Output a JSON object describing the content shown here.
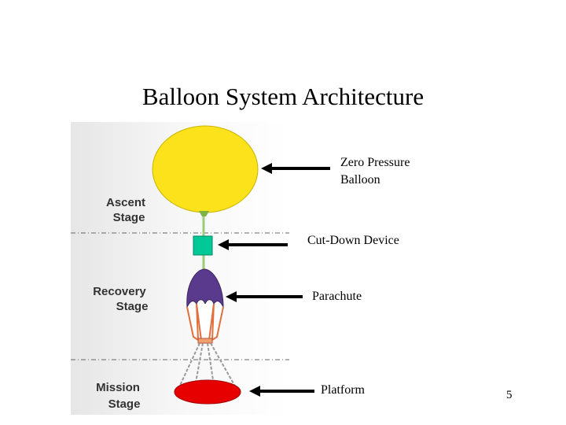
{
  "slide": {
    "title": "Balloon System Architecture",
    "page_number": "5"
  },
  "stages": [
    {
      "line1": "Ascent",
      "line2": "Stage"
    },
    {
      "line1": "Recovery",
      "line2": "Stage"
    },
    {
      "line1": "Mission",
      "line2": "Stage"
    }
  ],
  "callouts": {
    "balloon": {
      "line1": "Zero Pressure",
      "line2": "Balloon"
    },
    "cutdown": "Cut-Down Device",
    "parachute": "Parachute",
    "platform": "Platform"
  },
  "colors": {
    "balloon": "#fbe21a",
    "cutdown_device": "#00c896",
    "parachute": "#5a3a8c",
    "platform": "#e60000",
    "tether": "#9acd7a"
  }
}
